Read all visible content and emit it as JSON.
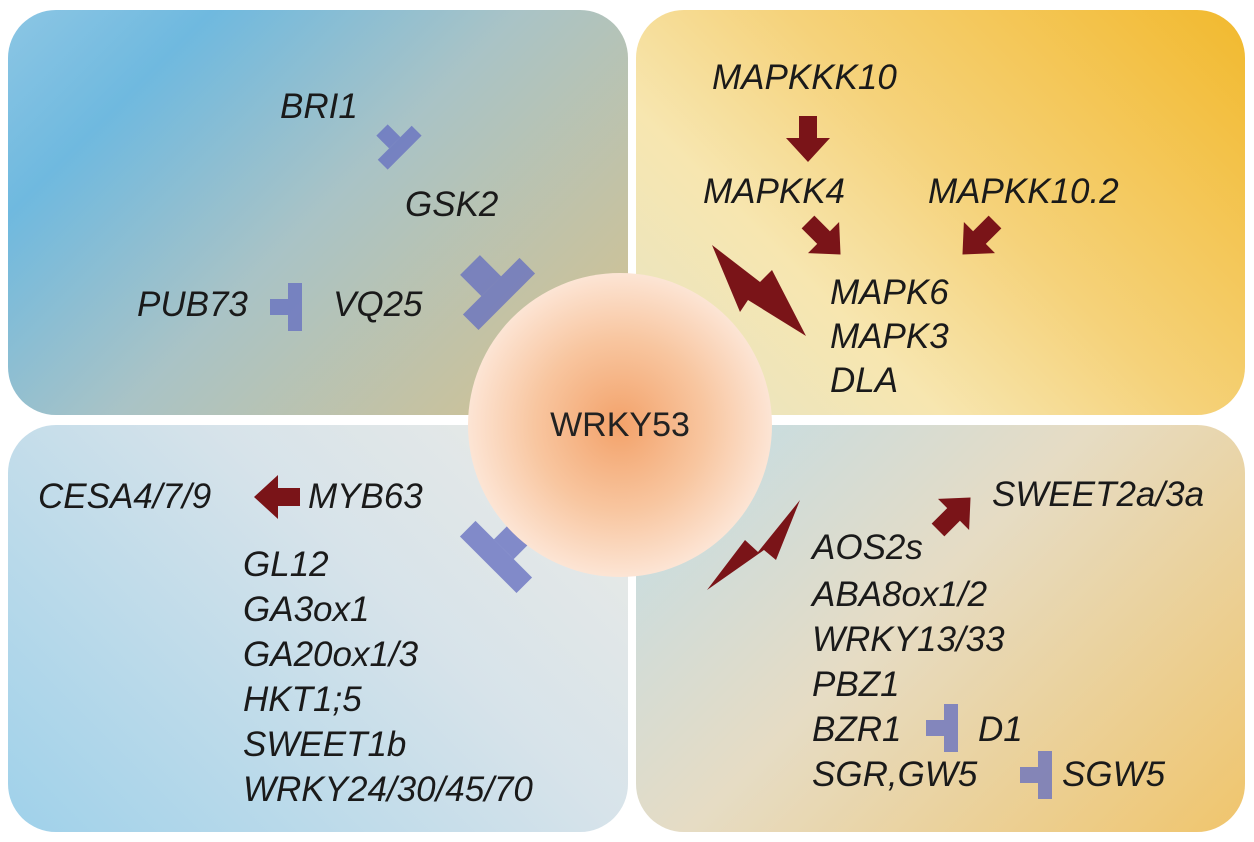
{
  "center": "WRKY53",
  "top_left": {
    "bri1": "BRI1",
    "gsk2": "GSK2",
    "pub73": "PUB73",
    "vq25": "VQ25"
  },
  "top_right": {
    "mapkkk10": "MAPKKK10",
    "mapkk4": "MAPKK4",
    "mapkk10_2": "MAPKK10.2",
    "targets": [
      "MAPK6",
      "MAPK3",
      "DLA"
    ]
  },
  "bottom_left": {
    "cesa": "CESA4/7/9",
    "myb63": "MYB63",
    "targets": [
      "GL12",
      "GA3ox1",
      "GA20ox1/3",
      "HKT1;5",
      "SWEET1b",
      "WRKY24/30/45/70"
    ]
  },
  "bottom_right": {
    "sweet": "SWEET2a/3a",
    "targets": [
      "AOS2s",
      "ABA8ox1/2",
      "WRKY13/33",
      "PBZ1"
    ],
    "bzr1": "BZR1",
    "d1": "D1",
    "sgr_gw5": "SGR,GW5",
    "sgw5": "SGW5"
  },
  "colors": {
    "activation": "#7a1418",
    "inhibition": "#6670c0"
  }
}
